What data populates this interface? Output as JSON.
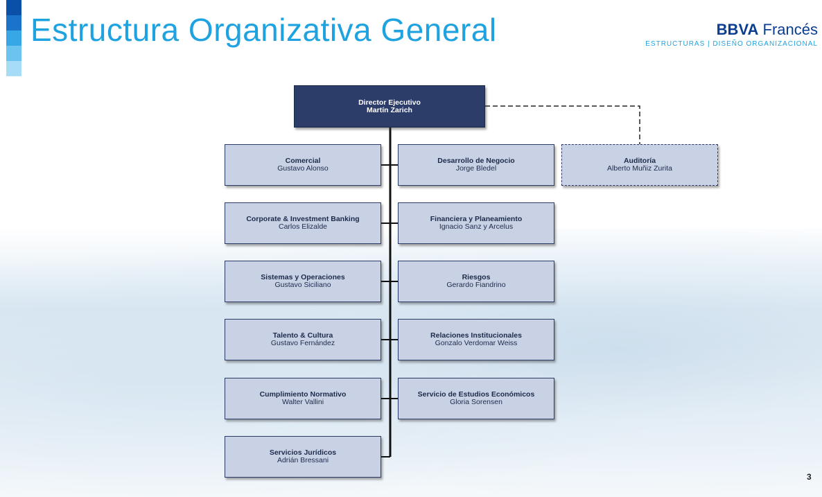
{
  "header": {
    "title": "Estructura Organizativa General",
    "brand_bold": "BBVA",
    "brand_rest": "Francés",
    "brand_subtitle": "ESTRUCTURAS | DISEÑO ORGANIZACIONAL"
  },
  "colors": {
    "accent": "#1fa3e0",
    "brand": "#0a3d91",
    "executive_box": "#2c3d6a",
    "unit_box": "#c9d1e5"
  },
  "org": {
    "executive": {
      "role": "Director Ejecutivo",
      "name": "Martín Zarich"
    },
    "audit": {
      "role": "Auditoría",
      "name": "Alberto Muñiz Zurita"
    },
    "left": [
      {
        "role": "Comercial",
        "name": "Gustavo Alonso"
      },
      {
        "role": "Corporate & Investment Banking",
        "name": "Carlos Elizalde"
      },
      {
        "role": "Sistemas y Operaciones",
        "name": "Gustavo Siciliano"
      },
      {
        "role": "Talento & Cultura",
        "name": "Gustavo Fernández"
      },
      {
        "role": "Cumplimiento Normativo",
        "name": "Walter Vallini"
      },
      {
        "role": "Servicios Jurídicos",
        "name": "Adrián Bressani"
      }
    ],
    "right": [
      {
        "role": "Desarrollo de Negocio",
        "name": "Jorge Bledel"
      },
      {
        "role": "Financiera y Planeamiento",
        "name": "Ignacio Sanz y Arcelus"
      },
      {
        "role": "Riesgos",
        "name": "Gerardo Fiandrino"
      },
      {
        "role": "Relaciones Institucionales",
        "name": "Gonzalo Verdomar Weiss"
      },
      {
        "role": "Servicio de Estudios Económicos",
        "name": "Gloria Sorensen"
      }
    ]
  },
  "page_number": "3"
}
